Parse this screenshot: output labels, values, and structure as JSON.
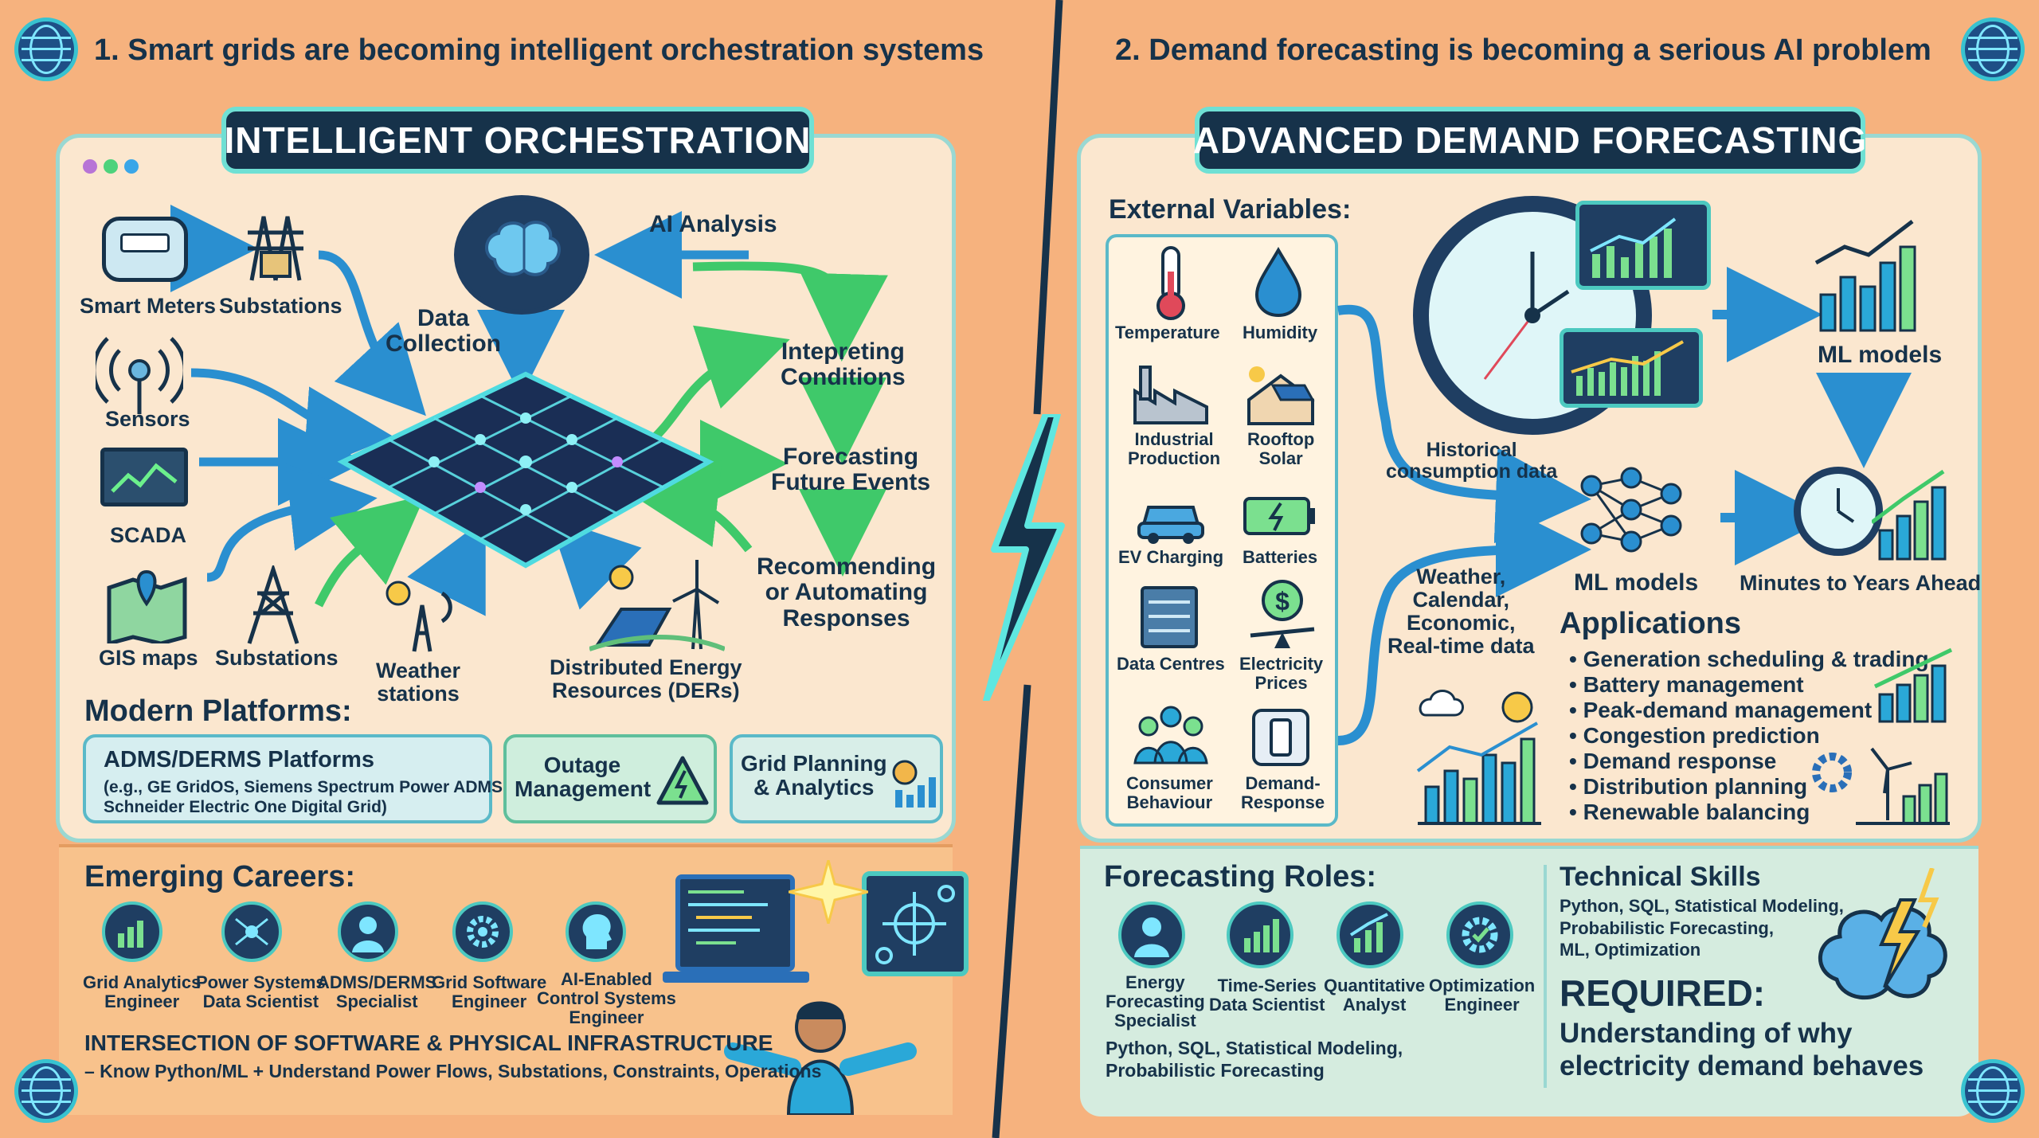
{
  "left": {
    "header": "1. Smart grids are becoming intelligent orchestration systems",
    "badge": "INTELLIGENT ORCHESTRATION",
    "inputs": {
      "smart_meters": "Smart Meters",
      "substations_top": "Substations",
      "sensors": "Sensors",
      "scada": "SCADA",
      "gis": "GIS maps",
      "substations_bottom": "Substations",
      "weather": "Weather\nstations",
      "ders": "Distributed Energy\nResources (DERs)",
      "data_collection": "Data\nCollection",
      "ai_analysis": "AI Analysis"
    },
    "flow": [
      "Intepreting\nConditions",
      "Forecasting\nFuture Events",
      "Recommending\nor Automating\nResponses"
    ],
    "platforms_title": "Modern Platforms:",
    "platforms": {
      "adms_title": "ADMS/DERMS Platforms",
      "adms_desc": "(e.g., GE GridOS, Siemens Spectrum Power ADMS,\nSchneider Electric One Digital Grid)",
      "outage": "Outage\nManagement",
      "planning": "Grid Planning\n& Analytics"
    },
    "careers_title": "Emerging Careers:",
    "careers": [
      "Grid Analytics\nEngineer",
      "Power Systems\nData Scientist",
      "ADMS/DERMS\nSpecialist",
      "Grid Software\nEngineer",
      "AI-Enabled\nControl Systems\nEngineer"
    ],
    "intersection_title": "INTERSECTION OF SOFTWARE & PHYSICAL INFRASTRUCTURE",
    "intersection_desc": "– Know Python/ML + Understand Power Flows, Substations, Constraints, Operations"
  },
  "right": {
    "header": "2. Demand forecasting is becoming a serious AI problem",
    "badge": "ADVANCED DEMAND FORECASTING",
    "external_title": "External Variables:",
    "variables": [
      "Temperature",
      "Humidity",
      "Industrial\nProduction",
      "Rooftop\nSolar",
      "EV Charging",
      "Batteries",
      "Data Centres",
      "Electricity\nPrices",
      "Consumer\nBehaviour",
      "Demand-\nResponse"
    ],
    "historical": "Historical\nconsumption data",
    "weather_data": "Weather,\nCalendar,\nEconomic,\nReal-time data",
    "ml_models_top": "ML models",
    "ml_models_mid": "ML models",
    "horizon": "Minutes to Years Ahead",
    "applications_title": "Applications",
    "applications": [
      "Generation scheduling & trading",
      "Battery management",
      "Peak-demand management",
      "Congestion prediction",
      "Demand response",
      "Distribution planning",
      "Renewable balancing"
    ],
    "roles_title": "Forecasting Roles:",
    "roles": [
      "Energy\nForecasting\nSpecialist",
      "Time-Series\nData Scientist",
      "Quantitative\nAnalyst",
      "Optimization\nEngineer"
    ],
    "roles_skills": "Python, SQL, Statistical Modeling,\nProbabilistic Forecasting",
    "tech_title": "Technical Skills",
    "tech_desc": "Python, SQL, Statistical Modeling,\nProbabilistic Forecasting,\nML, Optimization",
    "required_title": "REQUIRED:",
    "required_desc": "Understanding of why\nelectricity demand behaves"
  },
  "colors": {
    "background": "#f6b27e",
    "panel": "#fbe7cf",
    "navy": "#16324a",
    "teal": "#4cc9c0",
    "arrow_blue": "#2a8fd0",
    "arrow_green": "#3fc96a"
  },
  "icons": [
    "globe-icon",
    "smart-meter-icon",
    "substation-icon",
    "sensor-icon",
    "scada-icon",
    "gis-map-icon",
    "weather-station-icon",
    "der-icon",
    "brain-icon",
    "grid-network-icon",
    "warning-icon",
    "chart-icon",
    "lightning-icon",
    "thermometer-icon",
    "droplet-icon",
    "factory-icon",
    "house-solar-icon",
    "ev-car-icon",
    "battery-icon",
    "server-icon",
    "dollar-icon",
    "people-icon",
    "switch-icon",
    "clock-icon",
    "neural-network-icon"
  ]
}
